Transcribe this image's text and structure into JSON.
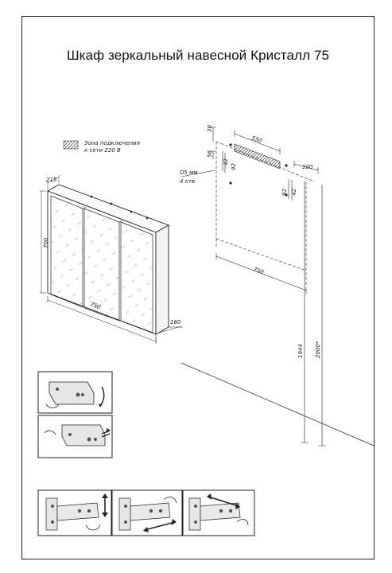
{
  "title": "Шкаф зеркальный навесной Кристалл 75",
  "legend": {
    "line1": "Зона подключения",
    "line2": "к сети 220 В"
  },
  "iso_dims": {
    "depth": "215",
    "height": "700",
    "width": "750",
    "side": "160"
  },
  "elevation_dims": {
    "top": "30",
    "offset_56": "56",
    "offset_42a": "42",
    "offset_92a": "92",
    "width_550": "550",
    "right_100": "100",
    "offset_92b": "92",
    "offset_42b": "42",
    "width_750": "750",
    "h_1944": "1944",
    "h_2000": "2000*",
    "hole_dia": "D5 мм",
    "hole_count": "4 отв"
  }
}
